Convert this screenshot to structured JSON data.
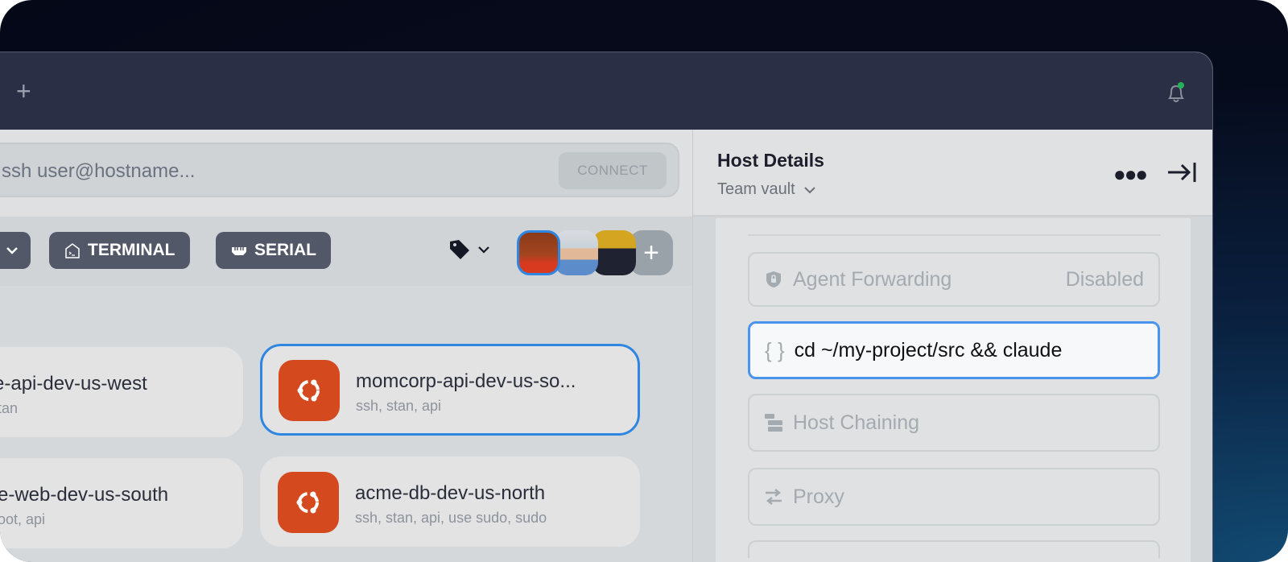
{
  "titlebar": {
    "new_tab_label": "+",
    "notification_dot_color": "#22b35a"
  },
  "search": {
    "placeholder": "ssh user@hostname...",
    "connect_label": "CONNECT"
  },
  "filters": {
    "terminal_label": "TERMINAL",
    "serial_label": "SERIAL",
    "add_member_label": "+"
  },
  "hosts": [
    {
      "name": "acme-api-dev-us-west",
      "sub": "ssh, stan",
      "visible_name": "e-api-dev-us-west",
      "visible_sub": "tan"
    },
    {
      "name": "momcorp-api-dev-us-so...",
      "sub": "ssh, stan, api"
    },
    {
      "visible_name": "e-web-dev-us-south",
      "visible_sub": "oot, api"
    },
    {
      "name": "acme-db-dev-us-north",
      "sub": "ssh, stan, api, use sudo, sudo"
    }
  ],
  "details": {
    "title": "Host Details",
    "vault": "Team vault",
    "fields": [
      {
        "label": "Agent Forwarding",
        "value": "Disabled"
      },
      {
        "label": "cd ~/my-project/src && claude"
      },
      {
        "label": "Host Chaining"
      },
      {
        "label": "Proxy"
      }
    ]
  },
  "colors": {
    "accent": "#2f86e0",
    "ubuntu": "#d4491d",
    "titlebar": "#2b2f45"
  }
}
